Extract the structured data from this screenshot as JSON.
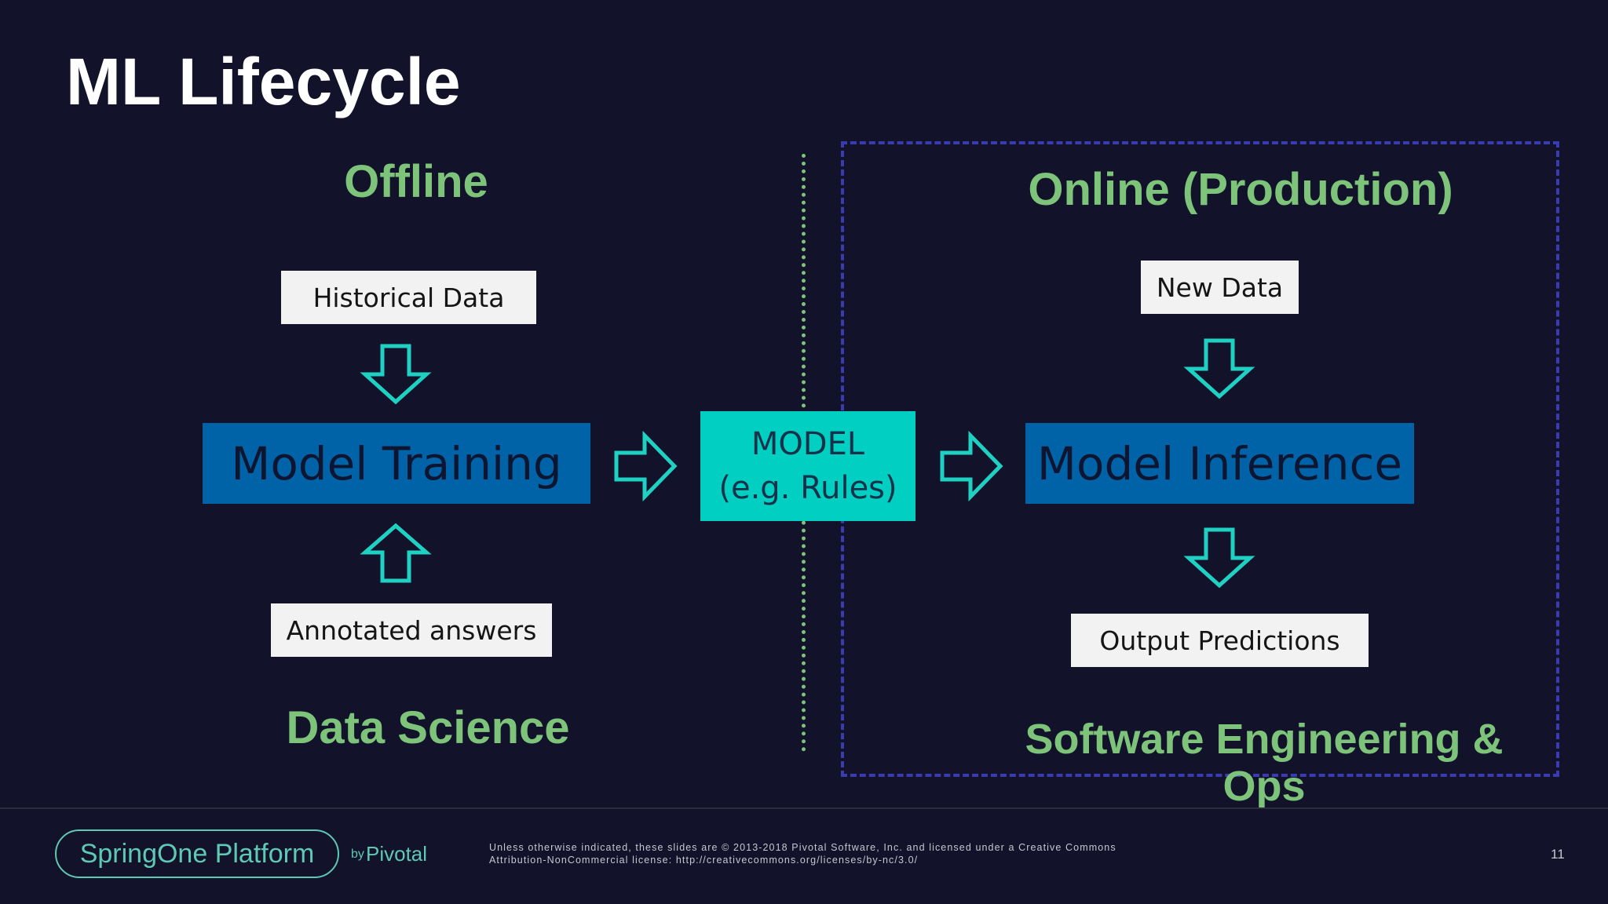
{
  "slide": {
    "title": "ML Lifecycle",
    "offline_heading": "Offline",
    "online_heading": "Online (Production)",
    "data_science_heading": "Data Science",
    "software_eng_heading_line1": "Software Engineering &",
    "software_eng_heading_line2": "Ops"
  },
  "offline": {
    "historical_data": "Historical Data",
    "model_training": "Model Training",
    "annotated_answers": "Annotated answers"
  },
  "model": {
    "line1": "MODEL",
    "line2": "(e.g. Rules)"
  },
  "online": {
    "new_data": "New Data",
    "model_inference": "Model Inference",
    "output_predictions": "Output Predictions"
  },
  "footer": {
    "logo_text": "SpringOne Platform",
    "logo_by": "by",
    "logo_pivotal": "Pivotal",
    "legal_line1": "Unless otherwise indicated, these slides are © 2013-2018 Pivotal Software, Inc. and licensed under a Creative Commons",
    "legal_line2": "Attribution-NonCommercial license: http://creativecommons.org/licenses/by-nc/3.0/",
    "page_number": "11"
  },
  "colors": {
    "background": "#12122a",
    "heading_green": "#7dc47a",
    "box_blue": "#0063a8",
    "model_teal": "#00cfc1",
    "arrow_teal": "#1fd1c2",
    "dashed_frame": "#3b3bb0"
  }
}
